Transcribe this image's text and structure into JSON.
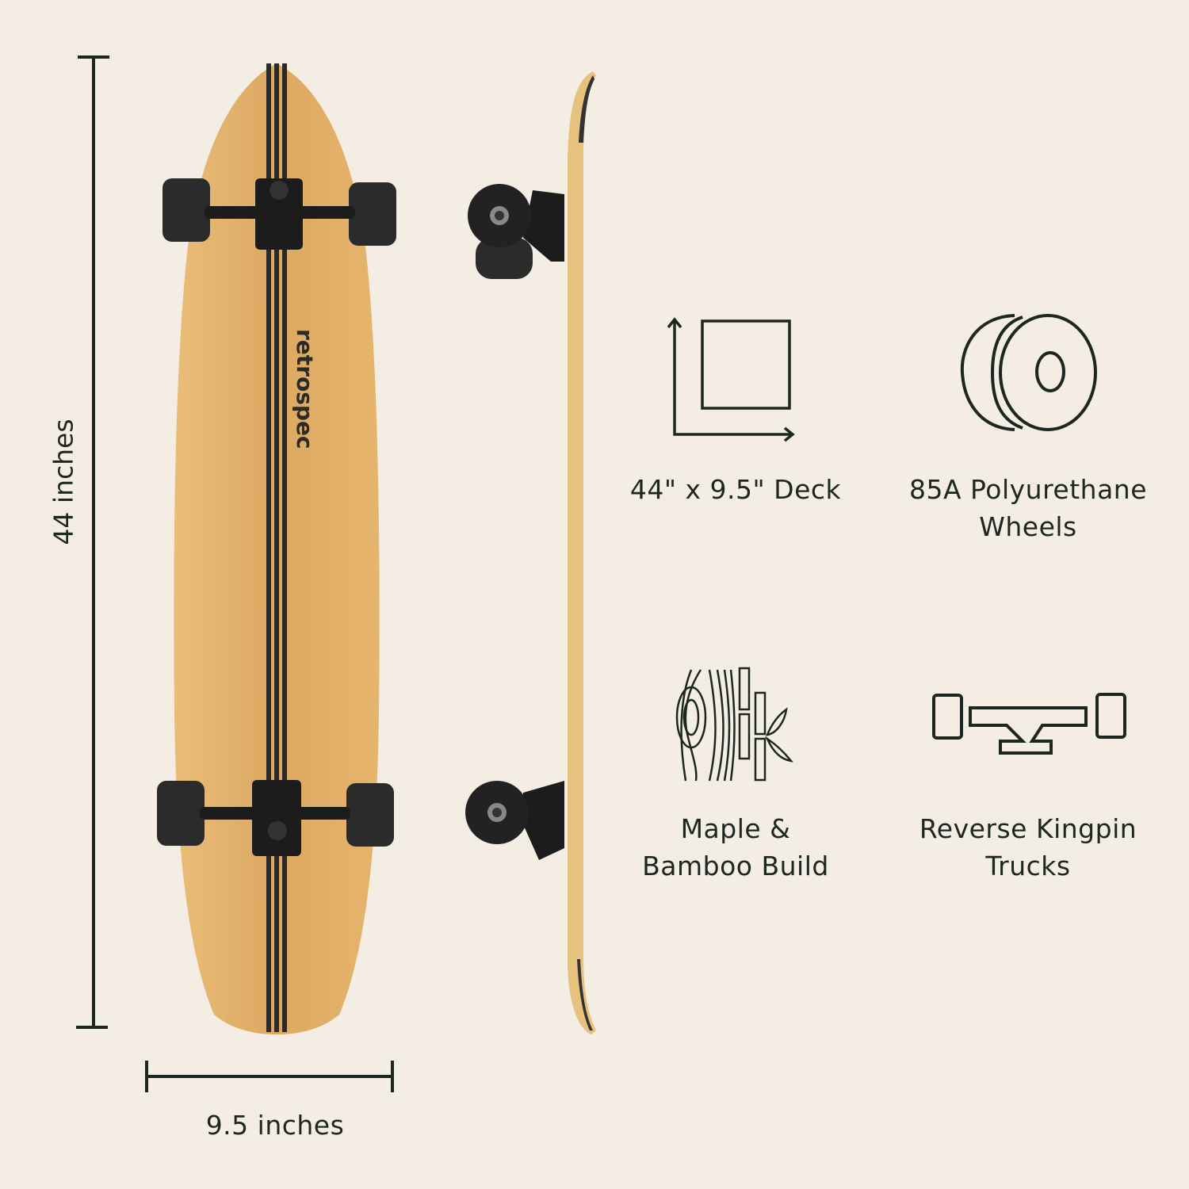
{
  "dimensions": {
    "length": "44 inches",
    "width": "9.5 inches"
  },
  "deck": {
    "brand": "retrospec"
  },
  "features": [
    {
      "icon": "deck-size-icon",
      "label_line1": "44\" x 9.5\" Deck",
      "label_line2": ""
    },
    {
      "icon": "wheel-icon",
      "label_line1": "85A Polyurethane",
      "label_line2": "Wheels"
    },
    {
      "icon": "wood-bamboo-icon",
      "label_line1": "Maple &",
      "label_line2": "Bamboo Build"
    },
    {
      "icon": "truck-icon",
      "label_line1": "Reverse Kingpin",
      "label_line2": "Trucks"
    }
  ],
  "colors": {
    "background": "#f4ede3",
    "ink": "#1d2721",
    "bamboo": "#e2b36a",
    "stripe": "#2a2a28",
    "wheel": "#2b2b2b"
  }
}
